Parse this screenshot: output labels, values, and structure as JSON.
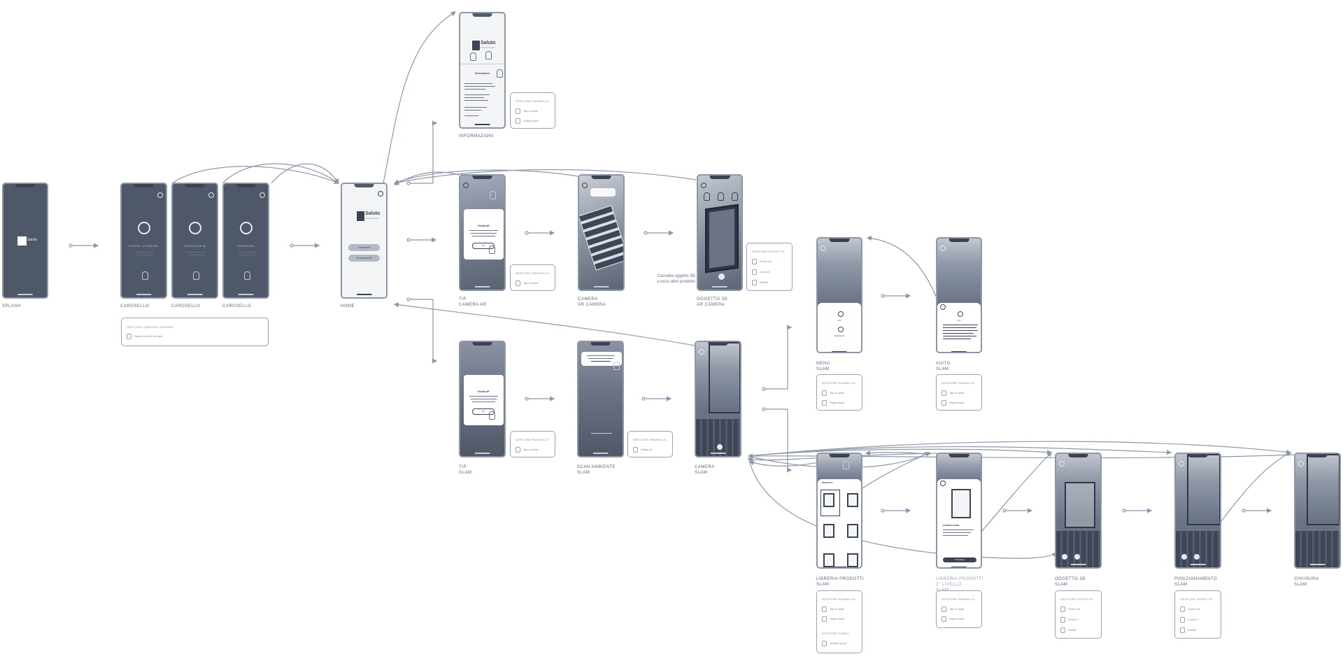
{
  "screens": {
    "splash": {
      "caption": "SPLASH",
      "logo_text": "Saluto"
    },
    "carousel1": {
      "caption": "CAROSELLO",
      "title": "SCOPRI LE NOSTRE"
    },
    "carousel2": {
      "caption": "CAROSELLO",
      "title": "VISUALIZZA IN"
    },
    "carousel3": {
      "caption": "CAROSELLO",
      "title": "CONFIGURA"
    },
    "home": {
      "caption": "HOME",
      "logo_text": "Saluto",
      "logo_sub": "Porte e finestre",
      "button1": "Camera AR",
      "button2": "Scansiona AR"
    },
    "info": {
      "caption": "INFORMAZIONI",
      "logo_text": "Saluto",
      "logo_sub": "Porte e finestre",
      "section_title": "Informazioni"
    },
    "tip_ar": {
      "caption": "TIP\nCAMERA AR",
      "card_title": "Realtà AR",
      "ok": "Ok"
    },
    "camera_ar": {
      "caption": "CAMERA\nAR CAMERA"
    },
    "object3d_ar": {
      "caption": "OGGETTO 3D\nAR CAMERA"
    },
    "tip_slam": {
      "caption": "TIP\nSLAM",
      "card_title": "Realtà AR",
      "ok": "Ok"
    },
    "scan_slam": {
      "caption": "SCAN AMBIENTE\nSLAM"
    },
    "camera_slam": {
      "caption": "CAMERA\nSLAM"
    },
    "menu_slam": {
      "caption": "MENU\nSLAM",
      "item1": "Info",
      "item2": "Assistenza"
    },
    "help_slam": {
      "caption": "AIUTO\nSLAM",
      "item1": "Info"
    },
    "library_slam": {
      "caption": "LIBRERIA PRODOTTI\nSLAM",
      "header": "PRODOTTI"
    },
    "library2_slam": {
      "caption": "LIBRERIA PRODOTTI\n2° LIVELLO\nSLAM",
      "product": "ESEMPIO NOME",
      "cta": "Posiziona"
    },
    "object3d_slam": {
      "caption": "OGGETTO 3D\nSLAM"
    },
    "positioning_slam": {
      "caption": "POSIZIONAMENTO\nSLAM"
    },
    "closing_slam": {
      "caption": "CHIUSURA\nSLAM"
    }
  },
  "gesture_boxes": {
    "carousel": {
      "title": "GESTURE CAROSEL SCREEN",
      "items": [
        "Swipe from left to right"
      ]
    },
    "info": {
      "title": "GESTURE PANNELLO",
      "items": [
        "Tap to close",
        "Swipe down"
      ]
    },
    "tip_ar": {
      "title": "GESTURE PANNELLO",
      "items": [
        "Tap to close"
      ]
    },
    "object3d_ar": {
      "title": "GESTURE OGGETTO",
      "items": [
        "Zoom out",
        "Zoom in",
        "Rotate"
      ]
    },
    "tip_slam": {
      "title": "GESTURE PANNELLO",
      "items": [
        "Tap to close"
      ]
    },
    "scan_slam": {
      "title": "GESTURE PANNELLO",
      "items": [
        "Swipe up"
      ]
    },
    "menu_slam": {
      "title": "GESTURE PANNELLO",
      "items": [
        "Tap to close",
        "Swipe down"
      ]
    },
    "help_slam": {
      "title": "GESTURE PANNELLO",
      "items": [
        "Tap to close",
        "Swipe down"
      ]
    },
    "library_slam": {
      "title": "GESTURE PANNELLO",
      "items": [
        "Tap to close",
        "Swipe down"
      ],
      "title2": "GESTURE FIMELL",
      "items2": [
        "Vertical scroll"
      ]
    },
    "library2_slam": {
      "title": "GESTURE PANNELLO",
      "items": [
        "Tap to close",
        "Swipe down"
      ]
    },
    "object3d_slam": {
      "title": "GESTURE OGGETTO",
      "items": [
        "Zoom out",
        "Zoom in",
        "Rotate"
      ]
    },
    "positioning_slam": {
      "title": "GESTURE OGGETTO",
      "items": [
        "Zoom out",
        "Zoom in",
        "Rotate"
      ]
    }
  },
  "notes": {
    "cancel_object": "Cancella oggetto 3D\ne esce altro prodotto"
  },
  "colors": {
    "phone_dark": "#4f5868",
    "phone_border": "#8e97a8",
    "connector": "#8e97a8",
    "panel_white": "#ffffff"
  }
}
